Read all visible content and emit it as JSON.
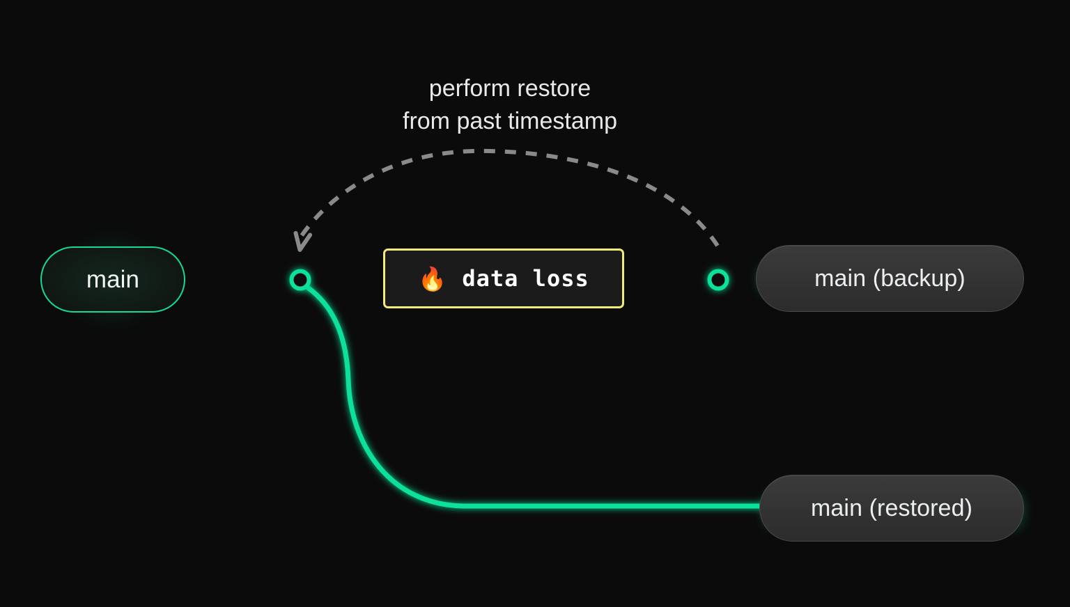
{
  "diagram": {
    "background_color": "#0b0b0b",
    "accent_green": "#10e09a",
    "warning_yellow": "#f0eb7a",
    "annotation": {
      "line1": "perform restore",
      "line2": "from past timestamp"
    },
    "nodes": [
      {
        "id": "main",
        "label": "main",
        "style": "green-outline-pill"
      },
      {
        "id": "backup",
        "label": "main (backup)",
        "style": "gray-pill"
      },
      {
        "id": "restored",
        "label": "main (restored)",
        "style": "gray-pill"
      }
    ],
    "warning": {
      "icon": "fire-emoji",
      "emoji": "🔥",
      "label": "data loss"
    },
    "commits": [
      {
        "id": "branch-point",
        "label": ""
      },
      {
        "id": "head-backup",
        "label": ""
      }
    ],
    "edges": [
      {
        "from": "main",
        "to": "branch-point",
        "style": "solid-green"
      },
      {
        "from": "branch-point",
        "to": "head-backup",
        "style": "solid-green",
        "through": "data loss"
      },
      {
        "from": "head-backup",
        "to": "backup",
        "style": "solid-green"
      },
      {
        "from": "branch-point",
        "to": "restored",
        "style": "solid-green-curve"
      },
      {
        "from": "backup",
        "to": "branch-point",
        "style": "dashed-arc-arrow",
        "label": "perform restore from past timestamp"
      }
    ]
  }
}
